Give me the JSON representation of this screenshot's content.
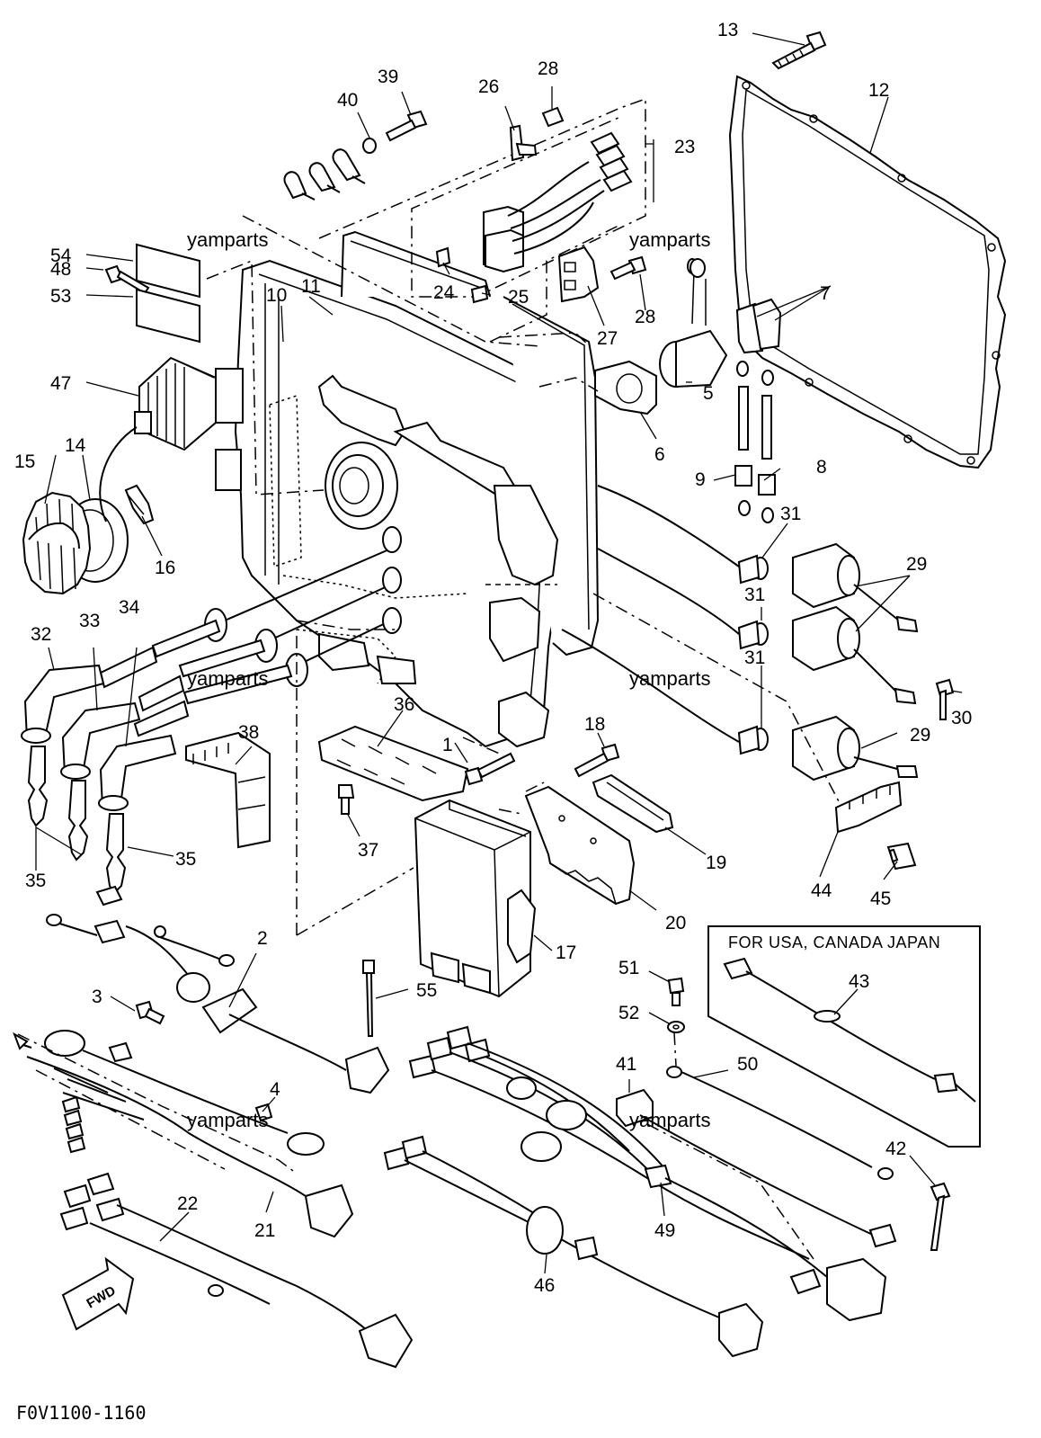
{
  "callouts": [
    "1",
    "2",
    "3",
    "4",
    "5",
    "6",
    "7",
    "8",
    "9",
    "10",
    "11",
    "12",
    "13",
    "14",
    "15",
    "16",
    "17",
    "18",
    "19",
    "20",
    "21",
    "22",
    "23",
    "24",
    "25",
    "26",
    "27",
    "28",
    "28",
    "29",
    "29",
    "30",
    "31",
    "31",
    "31",
    "32",
    "33",
    "34",
    "35",
    "35",
    "35",
    "36",
    "37",
    "38",
    "39",
    "40",
    "41",
    "42",
    "43",
    "44",
    "45",
    "46",
    "47",
    "48",
    "49",
    "50",
    "51",
    "52",
    "53",
    "54",
    "55"
  ],
  "watermark": "yamparts",
  "note_box_title": "FOR USA, CANADA JAPAN",
  "fwd_label": "FWD",
  "diagram_code": "F0V1100-1160"
}
